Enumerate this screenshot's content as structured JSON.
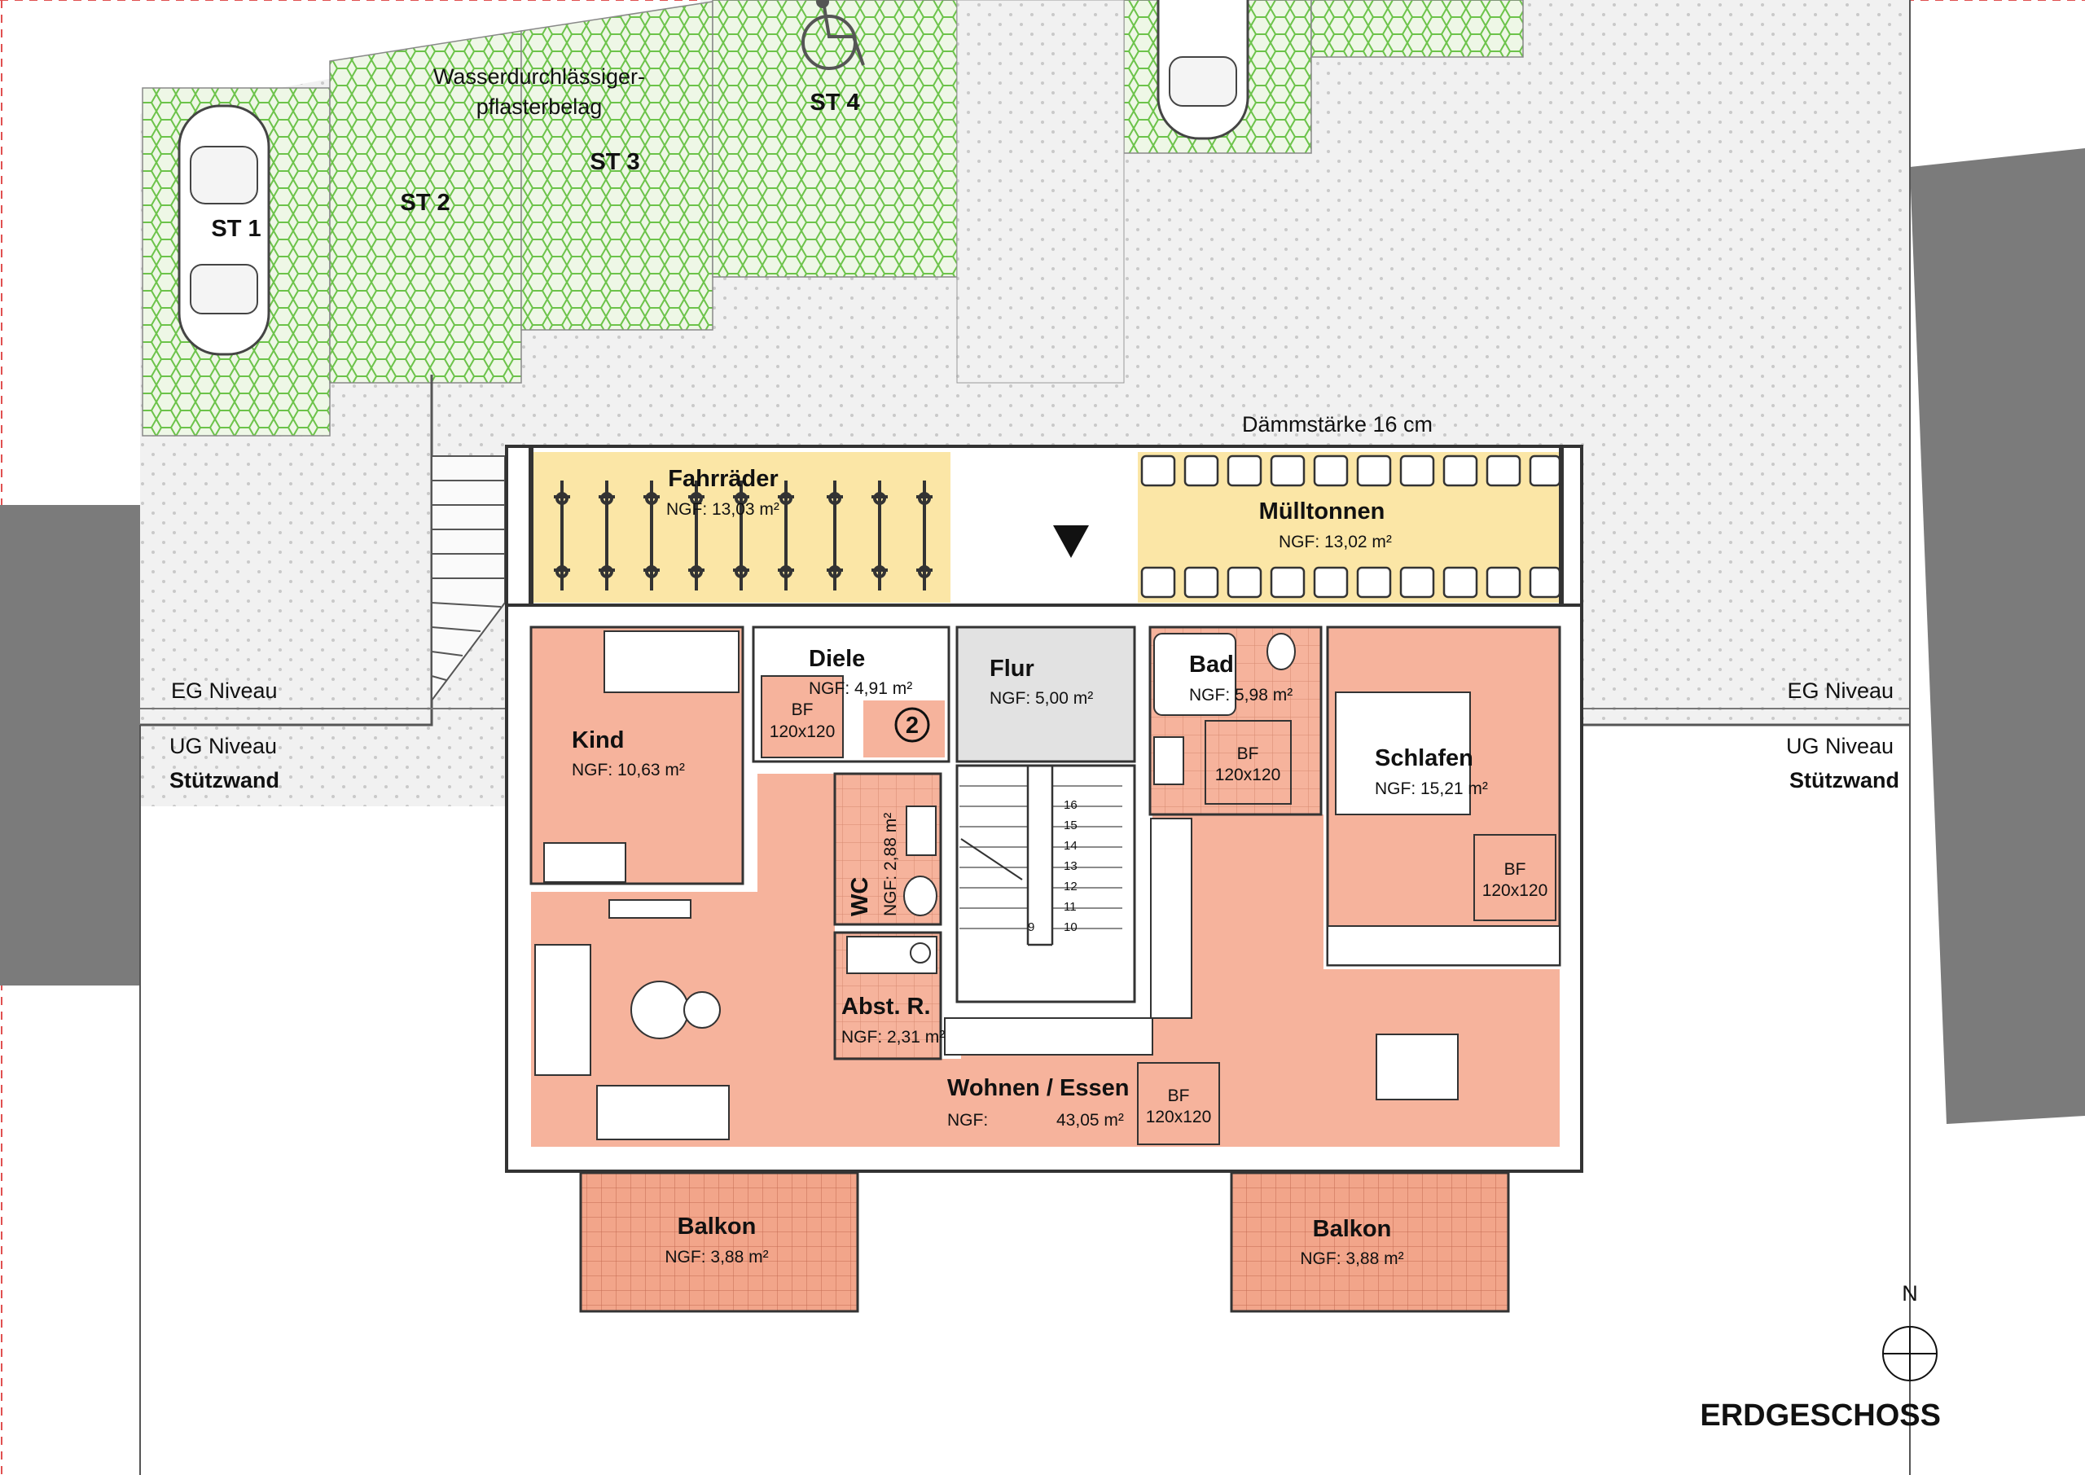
{
  "parking": {
    "paving_line1": "Wasserdurchlässiger-",
    "paving_line2": "pflasterbelag",
    "spaces": [
      "ST 1",
      "ST 2",
      "ST 3",
      "ST 4"
    ]
  },
  "insulation_label": "Dämmstärke 16 cm",
  "levels": {
    "eg_left": "EG Niveau",
    "ug_left": "UG Niveau",
    "wall_left": "Stützwand",
    "eg_right": "EG Niveau",
    "ug_right": "UG Niveau",
    "wall_right": "Stützwand"
  },
  "rooms": {
    "fahrraeder": {
      "name": "Fahrräder",
      "area": "NGF: 13,03 m²"
    },
    "muelltonnen": {
      "name": "Mülltonnen",
      "area": "NGF: 13,02 m²"
    },
    "diele": {
      "name": "Diele",
      "area": "NGF: 4,91 m²"
    },
    "flur": {
      "name": "Flur",
      "area": "NGF: 5,00 m²"
    },
    "bad": {
      "name": "Bad",
      "area": "NGF: 5,98 m²"
    },
    "kind": {
      "name": "Kind",
      "area": "NGF: 10,63 m²"
    },
    "schlafen": {
      "name": "Schlafen",
      "area": "NGF: 15,21 m²"
    },
    "wc": {
      "name": "WC",
      "area": "NGF: 2,88 m²"
    },
    "abst": {
      "name": "Abst. R.",
      "area": "NGF: 2,31 m²"
    },
    "wohnen": {
      "name": "Wohnen / Essen",
      "area_label": "NGF:",
      "area_value": "43,05 m²"
    },
    "balkon_left": {
      "name": "Balkon",
      "area": "NGF: 3,88 m²"
    },
    "balkon_right": {
      "name": "Balkon",
      "area": "NGF: 3,88 m²"
    }
  },
  "bf": {
    "label": "BF",
    "size": "120x120"
  },
  "unit_number": "2",
  "stairs": [
    "16",
    "15",
    "14",
    "13",
    "12",
    "11",
    "10",
    "9"
  ],
  "north": "N",
  "floor_title": "ERDGESCHOSS",
  "colors": {
    "room": "#f6b39c",
    "storage": "#fbe6a6",
    "grass": "#6cc34a",
    "grass_bg": "#eef6e4",
    "paving": "#ececec",
    "balcony": "#f3a78d",
    "terrain": "#7a7a7a",
    "corridor": "#e2e2e2"
  }
}
